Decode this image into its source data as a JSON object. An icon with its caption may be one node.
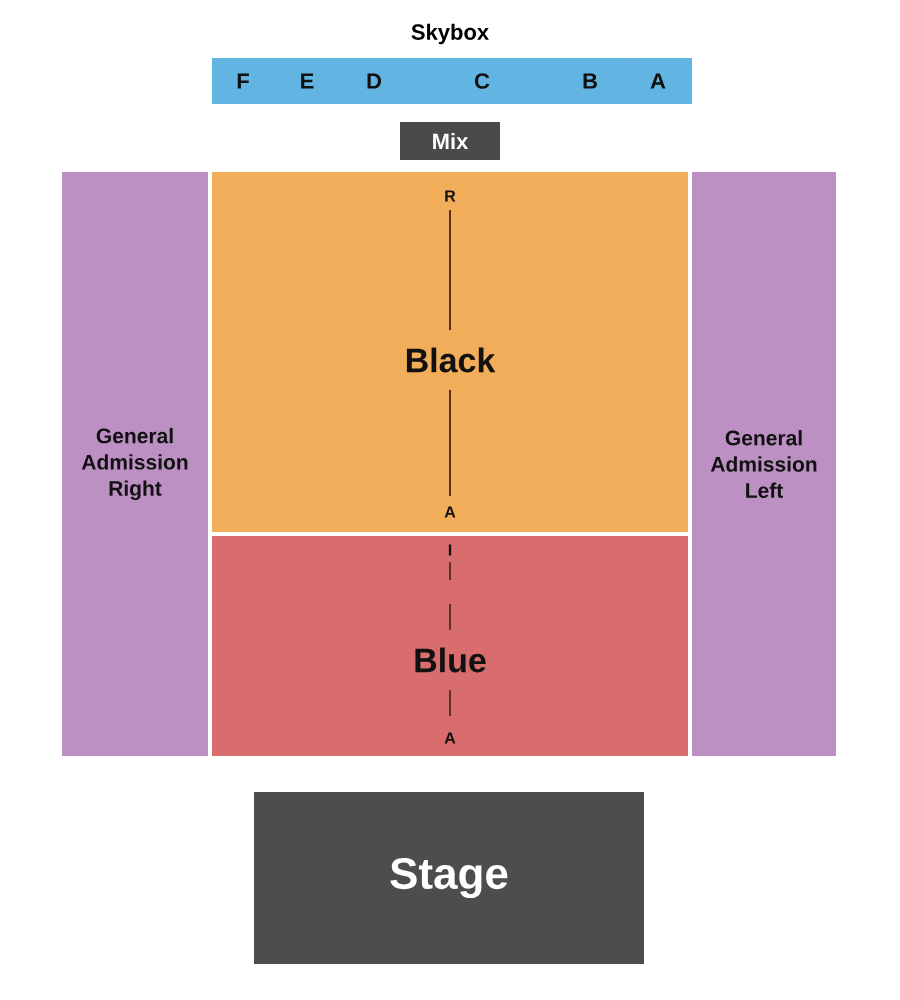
{
  "diagram": {
    "nodes": [
      {
        "text": [
          "F"
        ]
      },
      {
        "text": [
          "E"
        ]
      },
      {
        "text": [
          "D"
        ]
      },
      {
        "text": [
          "C"
        ]
      },
      {
        "text": [
          "B"
        ]
      },
      {
        "text": [
          "A"
        ]
      },
      {
        "text": [
          "Mix"
        ]
      },
      {
        "text": [
          "General Admission Right"
        ]
      },
      {
        "text": [
          "R",
          "Black",
          "A"
        ]
      },
      {
        "text": [
          "General Admission Left"
        ]
      },
      {
        "text": [
          "I",
          "Blue",
          "A"
        ]
      },
      {
        "text": [
          "Stage"
        ]
      }
    ],
    "labels": [
      "Skybox"
    ]
  }
}
